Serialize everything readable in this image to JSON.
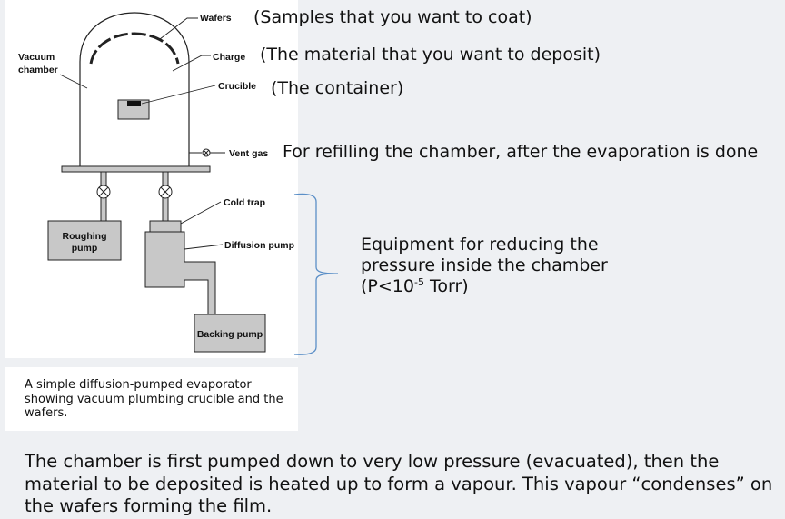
{
  "labels": {
    "vacuum_chamber": [
      "Vacuum",
      "chamber"
    ],
    "wafers": "Wafers",
    "charge": "Charge",
    "crucible": "Crucible",
    "vent_gas": "Vent gas",
    "cold_trap": "Cold trap",
    "diffusion_pump": "Diffusion pump",
    "roughing_pump": [
      "Roughing",
      "pump"
    ],
    "backing_pump": "Backing pump"
  },
  "notes": {
    "wafers": "(Samples that you want to coat)",
    "charge": "(The material that you want to deposit)",
    "crucible": "(The container)",
    "vent": "For refilling the chamber, after the evaporation is done"
  },
  "equipment": {
    "line1": "Equipment for reducing the",
    "line2": "pressure inside the chamber",
    "line3_pre": "(P<10",
    "line3_exp": "-5",
    "line3_post": " Torr)"
  },
  "caption": "A simple diffusion-pumped evaporator showing vacuum plumbing crucible and the wafers.",
  "paragraph": "The chamber is first pumped down to very low pressure (evacuated), then the material to be deposited is heated up to form a vapour. This vapour “condenses” on the wafers forming the film.",
  "colors": {
    "bracket": "#5b8fc7",
    "component_fill": "#c8c8c8",
    "line": "#222222"
  }
}
